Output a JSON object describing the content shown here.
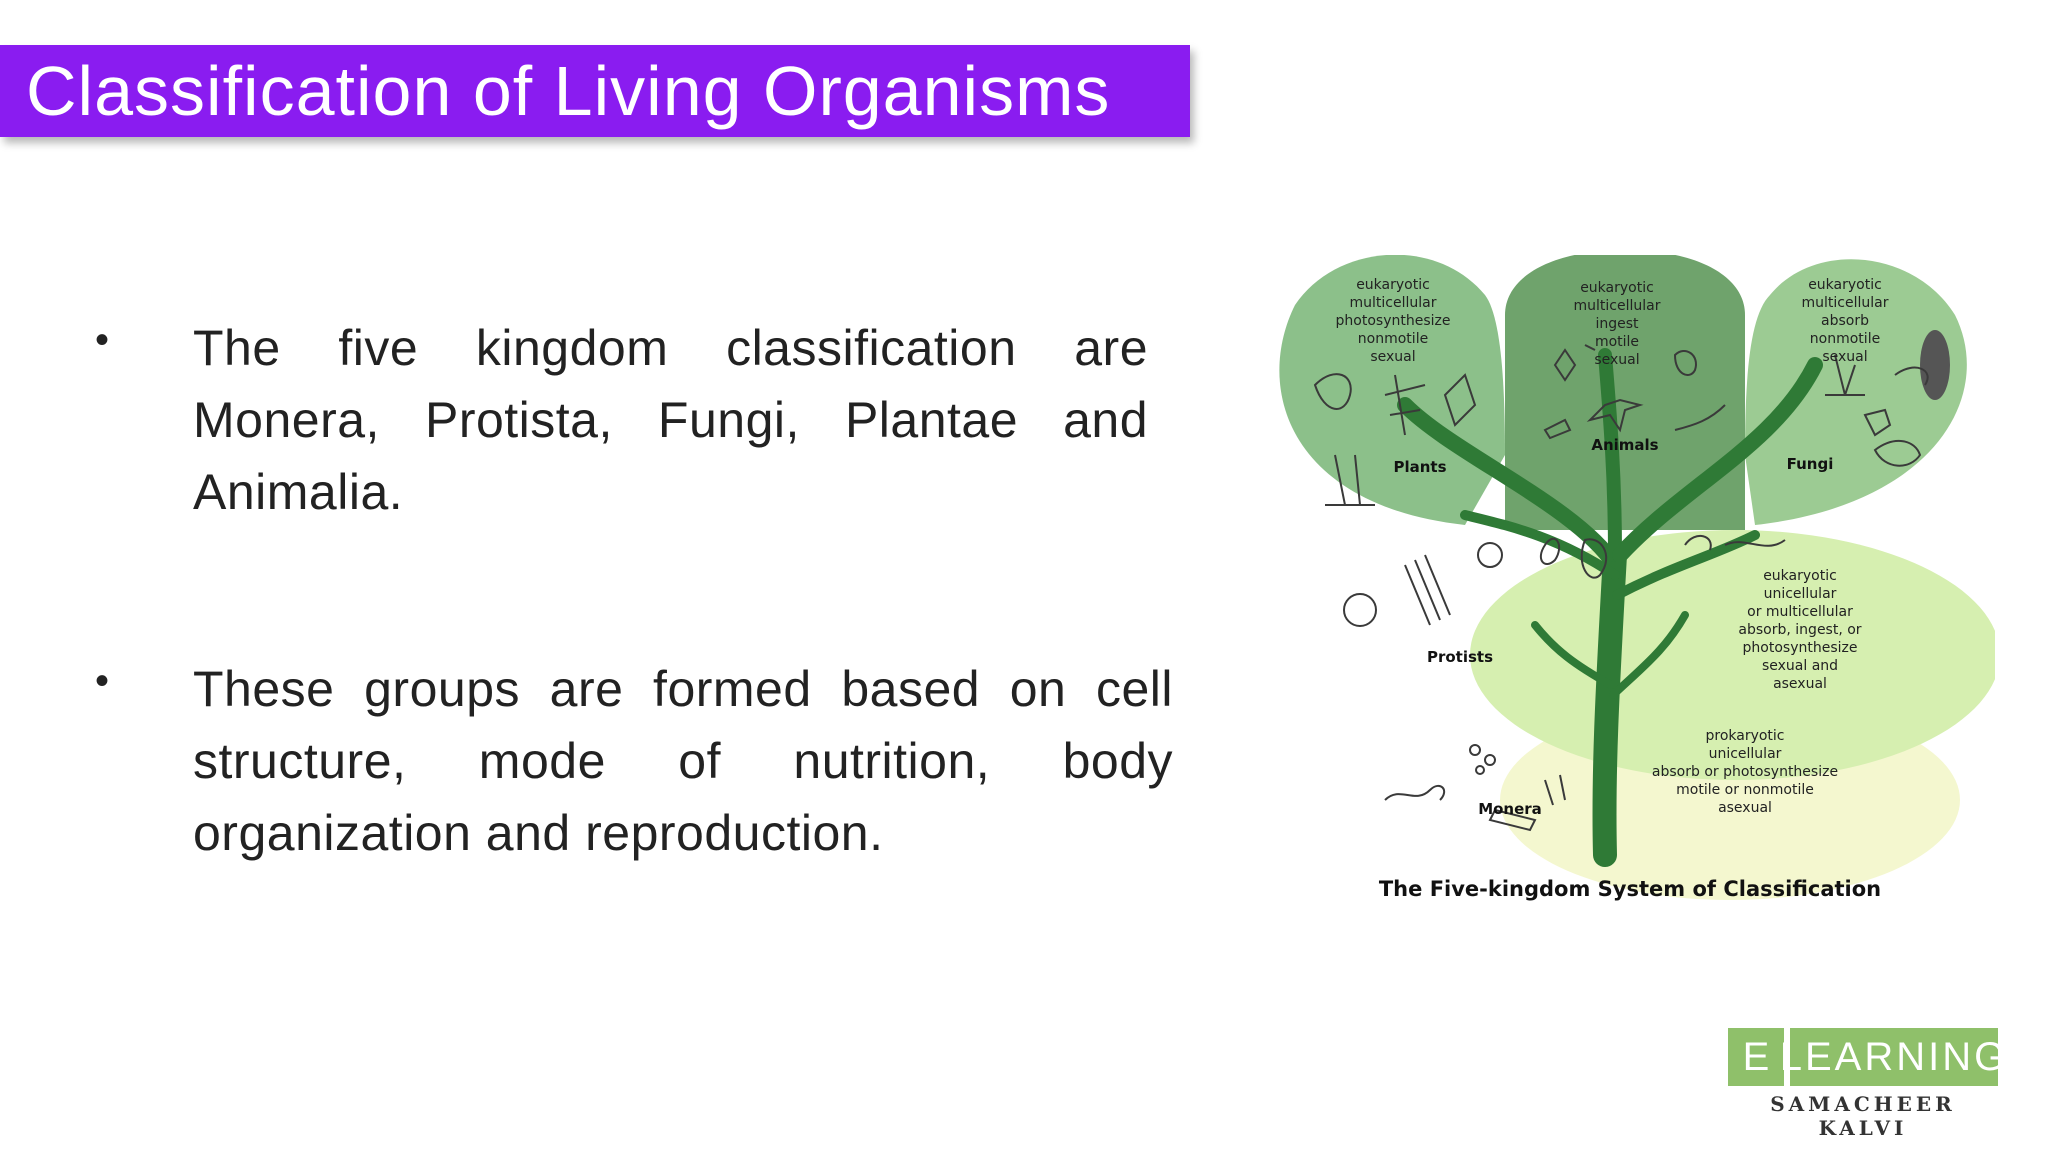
{
  "title": "Classification of Living Organisms",
  "bullets": [
    {
      "text": "The five kingdom classification are Monera, Protista, Fungi, Plantae and Animalia."
    },
    {
      "text": "These groups are formed based on cell structure, mode of nutrition, body organization and reproduction."
    }
  ],
  "diagram": {
    "caption": "The Five-kingdom System of Classification",
    "kingdoms": {
      "plants": {
        "name": "Plants",
        "lines": [
          "eukaryotic",
          "multicellular",
          "photosynthesize",
          "nonmotile",
          "sexual"
        ]
      },
      "animals": {
        "name": "Animals",
        "lines": [
          "eukaryotic",
          "multicellular",
          "ingest",
          "motile",
          "sexual"
        ]
      },
      "fungi": {
        "name": "Fungi",
        "lines": [
          "eukaryotic",
          "multicellular",
          "absorb",
          "nonmotile",
          "sexual"
        ]
      },
      "protists": {
        "name": "Protists",
        "lines": [
          "eukaryotic",
          "unicellular",
          "or multicellular",
          "absorb, ingest, or",
          "photosynthesize",
          "sexual and",
          "asexual"
        ]
      },
      "monera": {
        "name": "Monera",
        "lines": [
          "prokaryotic",
          "unicellular",
          "absorb or photosynthesize",
          "motile or nonmotile",
          "asexual"
        ]
      }
    },
    "colors": {
      "plants": "#8cc08a",
      "animals": "#6fa36c",
      "fungi": "#9ccb93",
      "protists": "#d6efb0",
      "monera": "#f4f7cf",
      "trunk": "#2f7a36"
    }
  },
  "logo": {
    "e": "E",
    "learning": "LEARNING",
    "sub": "SAMACHEER KALVI",
    "color": "#8fc06a"
  }
}
